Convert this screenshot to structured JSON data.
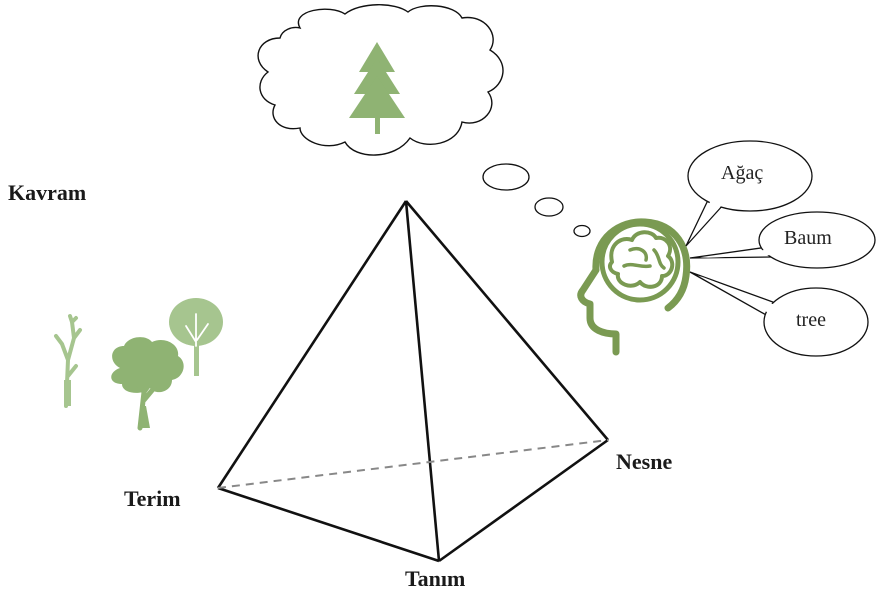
{
  "labels": {
    "kavram": "Kavram",
    "terim": "Terim",
    "tanim": "Tanım",
    "nesne": "Nesne"
  },
  "speech_bubbles": [
    {
      "text": "Ağaç"
    },
    {
      "text": "Baum"
    },
    {
      "text": "tree"
    }
  ],
  "colors": {
    "green_dark": "#7a9a52",
    "green_mid": "#8fb373",
    "green_light": "#a6c58f",
    "line": "#111111",
    "dashed": "#888888"
  },
  "icons": [
    "cloud-icon",
    "pine-tree-icon",
    "thought-dot-icon",
    "head-brain-icon",
    "bare-tree-icon",
    "oak-tree-icon",
    "round-tree-icon"
  ]
}
